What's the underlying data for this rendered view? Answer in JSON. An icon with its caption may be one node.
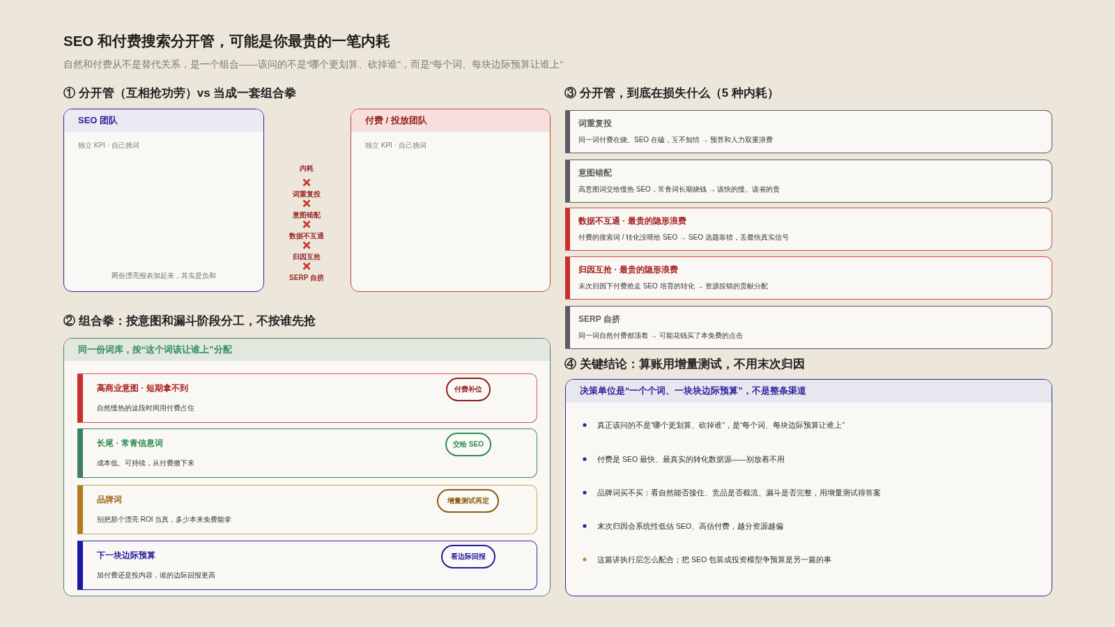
{
  "diagram": {
    "title": "SEO 和付费搜索分开管，可能是你最贵的一笔内耗",
    "nodes": [
      {
        "text": [
          "SEO 团队",
          "独立 KPI · 自己挑词",
          "两份漂亮报表加起来，其实是负和"
        ]
      },
      {
        "text": [
          "付费 / 投放团队",
          "独立 KPI · 自己挑词"
        ]
      },
      {
        "text": [
          "同一份词库，按“这个词该让谁上”分配"
        ]
      },
      {
        "text": [
          "高商业意图 · 短期拿不到",
          "自然慢热的这段时间用付费占住"
        ],
        "in": 2
      },
      {
        "text": [
          "付费补位"
        ],
        "in": 3
      },
      {
        "text": [
          "长尾 · 常青信息词",
          "成本低、可持续，从付费撤下来"
        ],
        "in": 2
      },
      {
        "text": [
          "交给 SEO"
        ],
        "in": 5
      },
      {
        "text": [
          "品牌词",
          "别把那个漂亮 ROI 当真，多少本来免费能拿"
        ],
        "in": 2
      },
      {
        "text": [
          "增量测试再定"
        ],
        "in": 7
      },
      {
        "text": [
          "下一块边际预算",
          "加付费还是投内容，谁的边际回报更高"
        ],
        "in": 2
      },
      {
        "text": [
          "看边际回报"
        ],
        "in": 9
      },
      {
        "text": [
          "词重复投",
          "同一词付费在烧、SEO 在磕，互不知情 → 预算和人力双重浪费"
        ]
      },
      {
        "text": [
          "意图错配",
          "高意图词交给慢热 SEO，常青词长期烧钱 → 该快的慢、该省的贵"
        ]
      },
      {
        "text": [
          "数据不互通 · 最贵的隐形浪费",
          "付费的搜索词 / 转化没喂给 SEO → SEO 选题靠猜，丢最快真实信号"
        ]
      },
      {
        "text": [
          "归因互抢 · 最贵的隐形浪费",
          "末次归因下付费抢走 SEO 培育的转化 → 资源按错的贡献分配"
        ]
      },
      {
        "text": [
          "SERP 自挤",
          "同一词自然付费都顶着 → 可能花钱买了本免费的点击"
        ]
      },
      {
        "text": [
          "决策单位是“一个个词、一块块边际预算”，不是整条渠道",
          "真正该问的不是“哪个更划算、砍掉谁”，是“每个词、每块边际预算让谁上”",
          "付费是 SEO 最快、最真实的转化数据源——别放着不用",
          "品牌词买不买：看自然能否接住、竞品是否截流、漏斗是否完整，用增量测试得答案",
          "末次归因会系统性低估 SEO、高估付费，越分资源越偏",
          "这篇讲执行层怎么配合；把 SEO 包装成投资模型争预算是另一篇的事"
        ]
      }
    ],
    "labels": [
      "自然和付费从不是替代关系，是一个组合——该问的不是“哪个更划算、砍掉谁”，而是“每个词、每块边际预算让谁上”",
      "① 分开管（互相抢功劳）vs 当成一套组合拳",
      "内耗",
      "词重复投",
      "意图错配",
      "数据不互通",
      "归因互抢",
      "SERP 自挤",
      "② 组合拳：按意图和漏斗阶段分工，不按谁先抢",
      "③ 分开管，到底在损失什么（5 种内耗）",
      "④ 关键结论：算账用增量测试，不用末次归因"
    ]
  }
}
